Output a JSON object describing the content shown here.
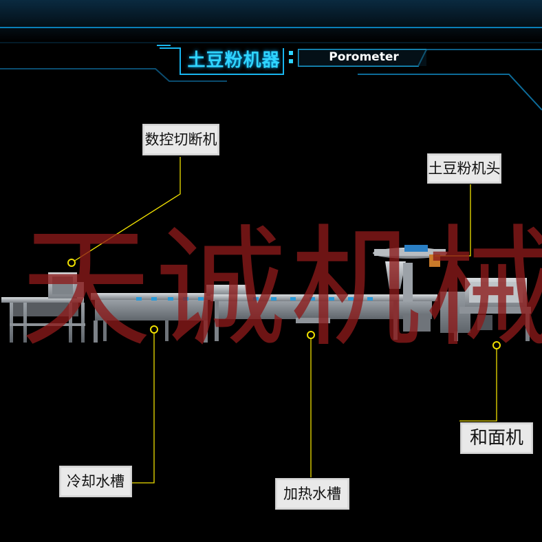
{
  "header": {
    "title": "土豆粉机器",
    "subtitle": "Porometer"
  },
  "labels": {
    "cutter": "数控切断机",
    "head": "土豆粉机头",
    "mixer": "和面机",
    "cooling_tank": "冷却水槽",
    "heating_tank": "加热水槽"
  },
  "watermark": "天诚机械",
  "colors": {
    "accent": "#2fd4ff",
    "callout_line": "#f0e000",
    "watermark": "#8c1919"
  }
}
